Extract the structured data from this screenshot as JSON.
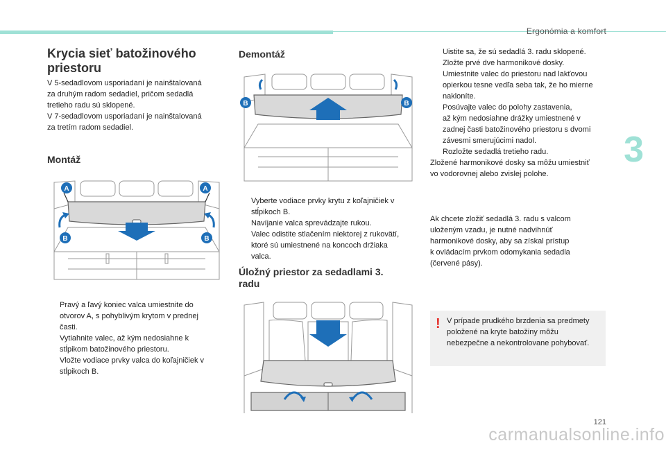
{
  "header": {
    "section_title": "Ergonómia a komfort",
    "chapter_number": "3",
    "page_number": "121",
    "watermark": "carmanualsonline.info",
    "accent_color": "#9fe1d6"
  },
  "left": {
    "title": "Krycia sieť batožinového priestoru",
    "intro_lines": [
      "V 5-sedadlovom usporiadaní je nainštalovaná",
      "za druhým radom sedadiel, pričom sedadlá",
      "tretieho radu sú sklopené.",
      "V 7-sedadlovom usporiadaní je nainštalovaná",
      "za tretím radom sedadiel."
    ],
    "mount_heading": "Montáž",
    "figure_labels": {
      "a": "A",
      "b": "B"
    },
    "mount_steps": [
      {
        "mark": "",
        "lines": [
          "Pravý a ľavý koniec valca umiestnite do",
          "otvorov A, s pohyblivým krytom v prednej",
          "časti."
        ]
      },
      {
        "mark": "",
        "lines": [
          "Vytiahnite valec, až kým nedosiahne k",
          "stĺpikom batožinového priestoru."
        ]
      },
      {
        "mark": "",
        "lines": [
          "Vložte vodiace prvky valca do koľajničiek v",
          "stĺpikoch B."
        ]
      }
    ]
  },
  "middle": {
    "removal_heading": "Demontáž",
    "figure_labels": {
      "b": "B"
    },
    "removal_steps": [
      {
        "mark": "",
        "lines": [
          "Vyberte vodiace prvky krytu z koľajničiek v",
          "stĺpikoch B."
        ]
      },
      {
        "mark": "",
        "lines": [
          "Navíjanie valca sprevádzajte rukou."
        ]
      },
      {
        "mark": "",
        "lines": [
          "Valec odistite stlačením niektorej z rukovätí,",
          "ktoré sú umiestnené na koncoch držiaka",
          "valca."
        ]
      }
    ],
    "storage_heading_lines": [
      "Úložný priestor za sedadlami 3.",
      "radu"
    ]
  },
  "right": {
    "steps": [
      {
        "mark": "",
        "lines": [
          "Uistite sa, že sú sedadlá 3. radu sklopené."
        ]
      },
      {
        "mark": "",
        "lines": [
          "Zložte prvé dve harmonikové dosky."
        ]
      },
      {
        "mark": "",
        "lines": [
          "Umiestnite valec do priestoru nad lakťovou",
          "opierkou tesne vedľa seba tak, že ho mierne",
          "nakloníte."
        ]
      },
      {
        "mark": "",
        "lines": [
          "Posúvajte valec do polohy zastavenia,",
          "až kým nedosiahne drážky umiestnené v",
          "zadnej časti batožinového priestoru s dvomi",
          "závesmi smerujúcimi nadol."
        ]
      },
      {
        "mark": "",
        "lines": [
          "Rozložte sedadlá tretieho radu."
        ]
      }
    ],
    "folded_note_lines": [
      "Zložené harmonikové dosky sa môžu umiestniť",
      "vo vodorovnej alebo zvislej polohe."
    ],
    "fold_note_lines": [
      "Ak chcete zložiť sedadlá 3. radu s valcom",
      "uloženým vzadu, je nutné nadvihnúť",
      "harmonikové dosky, aby sa získal prístup",
      "k ovládacím prvkom odomykania sedadla",
      "(červené pásy)."
    ],
    "warning_icon": "!",
    "warning_lines": [
      "V prípade prudkého brzdenia sa predmety",
      "položené na kryte batožiny môžu",
      "nebezpečne a nekontrolovane pohybovať."
    ]
  }
}
